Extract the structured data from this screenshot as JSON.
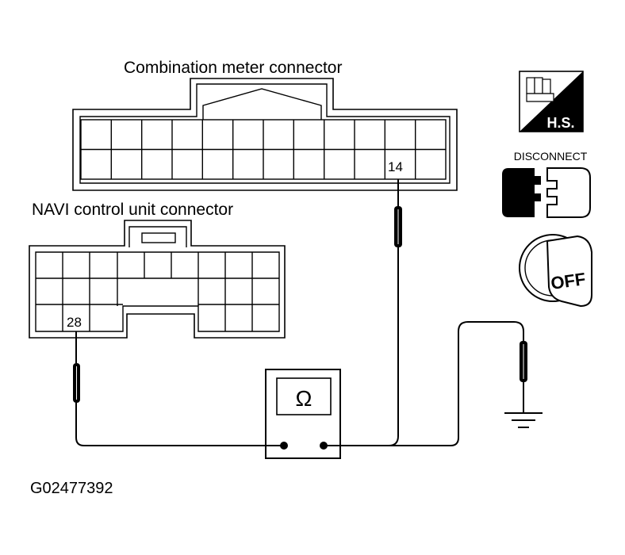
{
  "labels": {
    "combination_meter_connector": "Combination meter  connector",
    "navi_control_unit_connector": "NAVI control unit connector",
    "pin_14": "14",
    "pin_28": "28",
    "ohm_symbol": "Ω",
    "figure_id": "G02477392"
  },
  "icons": {
    "harness_side": {
      "name": "harness-side-icon",
      "text": "H.S."
    },
    "disconnect": {
      "name": "disconnect-icon",
      "text": "DISCONNECT"
    },
    "ignition": {
      "name": "ignition-key-icon",
      "text": "OFF"
    }
  }
}
